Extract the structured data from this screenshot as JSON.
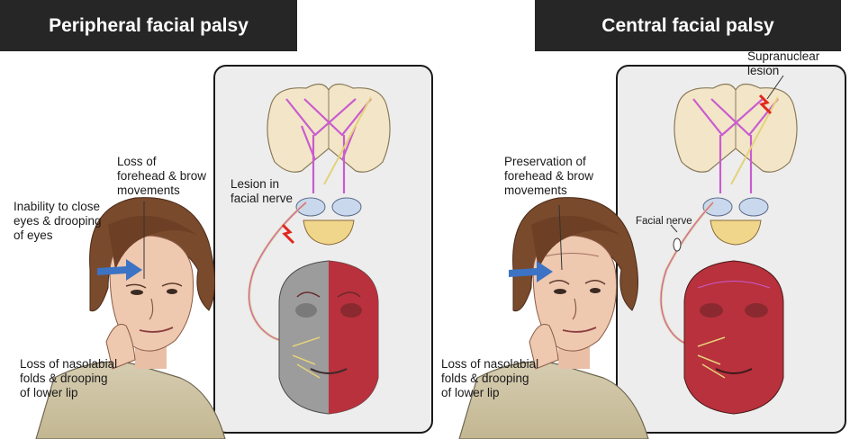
{
  "titles": {
    "left": "Peripheral facial palsy",
    "right": "Central facial palsy"
  },
  "left": {
    "forehead_label": "Loss of\nforehead & brow\nmovements",
    "eyes_label": "Inability to close\neyes & drooping\nof eyes",
    "nasolabial_label": "Loss of nasolabial\nfolds & drooping\nof lower lip",
    "lesion_label": "Lesion in\nfacial nerve"
  },
  "right": {
    "forehead_label": "Preservation of\nforehead & brow\nmovements",
    "nasolabial_label": "Loss of nasolabial\nfolds & drooping\nof lower lip",
    "lesion_label": "Supranuclear\nlesion",
    "nerve_label": "Facial nerve"
  },
  "colors": {
    "banner": "#262626",
    "panel": "#ededed",
    "brain": "#f3e6c8",
    "tract": "#c95ccf",
    "nerve": "#e4d27a",
    "lesion": "#e0281e",
    "muscle": "#b8313c",
    "skull": "#9c9c9c",
    "skin": "#efc8b0",
    "hair": "#7a4a2d",
    "arrow": "#3c73c4"
  }
}
